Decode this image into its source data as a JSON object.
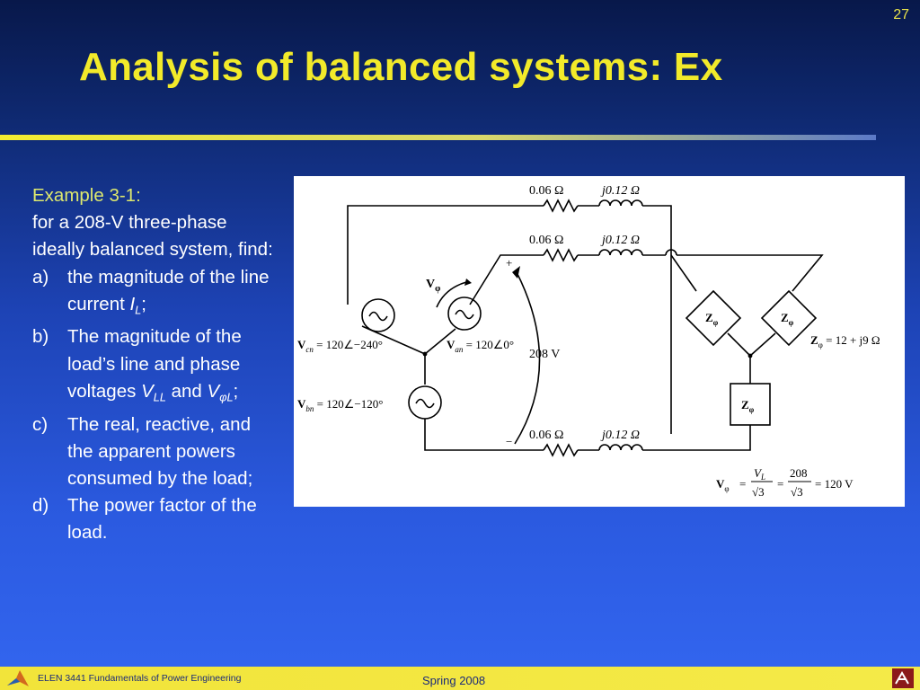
{
  "slide_number": "27",
  "title": "Analysis of balanced systems: Ex",
  "example": {
    "label": "Example 3-1:",
    "intro": "for a 208-V three-phase ideally balanced system, find:",
    "items": [
      {
        "marker": "a)",
        "text": "the magnitude of the line current ",
        "var": "I",
        "sub": "L",
        "suffix": ";"
      },
      {
        "marker": "b)",
        "text": "The magnitude of the load’s line and phase voltages ",
        "var": "V",
        "sub": "LL",
        "mid": " and ",
        "var2": "V",
        "sub2": "φL",
        "suffix": ";"
      },
      {
        "marker": "c)",
        "text": "The real, reactive, and the apparent powers consumed by the load;"
      },
      {
        "marker": "d)",
        "text": "The power factor of the load."
      }
    ]
  },
  "circuit": {
    "r1": "0.06 Ω",
    "x1": "j0.12 Ω",
    "r2": "0.06 Ω",
    "x2": "j0.12 Ω",
    "r3": "0.06 Ω",
    "x3": "j0.12 Ω",
    "vcn": "V",
    "vcn_sub": "cn",
    "vcn_val": " = 120∠−240°",
    "van": "V",
    "van_sub": "an",
    "van_val": " = 120∠0°",
    "vbn": "V",
    "vbn_sub": "bn",
    "vbn_val": " = 120∠−120°",
    "vphi": "V",
    "vphi_sub": "φ",
    "line_voltage": "208 V",
    "plus": "+",
    "minus": "−",
    "zload": "Z",
    "zload_sub": "φ",
    "zphi_lhs": "Z",
    "zphi_sub": "φ",
    "zphi_val": " = 12 + j9 Ω",
    "eq_lhs": "V",
    "eq_lhs_sub": "φ",
    "eq_eq": "=",
    "eq_num1": "V",
    "eq_num1_sub": "L",
    "eq_den1": "√3",
    "eq_num2": "208",
    "eq_den2": "√3",
    "eq_result": "= 120 V"
  },
  "footer": {
    "course": "ELEN 3441 Fundamentals of Power Engineering",
    "term": "Spring 2008"
  },
  "colors": {
    "title": "#f2ea2a",
    "example_label": "#dde86e",
    "footer": "#f2e43a"
  },
  "icons": {
    "left_logo": "matlab-logo",
    "right_logo": "university-logo"
  }
}
